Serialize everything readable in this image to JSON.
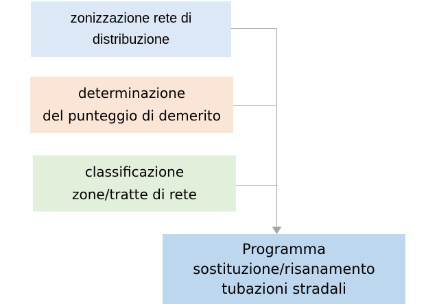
{
  "diagram": {
    "title": "flow of network renewal planning",
    "background_color": "#ffffff",
    "connector_color": "#a6a6a6",
    "text_color": "#000000",
    "steps": [
      {
        "id": "zonizzazione",
        "lines": [
          "zonizzazione rete di",
          "distribuzione"
        ],
        "fill": "#dce8f5"
      },
      {
        "id": "determinazione",
        "lines": [
          "determinazione",
          "del punteggio di demerito"
        ],
        "fill": "#fbe5d6"
      },
      {
        "id": "classificazione",
        "lines": [
          "classificazione",
          "zone/tratte di rete"
        ],
        "fill": "#e2efda"
      },
      {
        "id": "programma",
        "lines": [
          "Programma",
          "sostituzione/risanamento",
          "tubazioni stradali"
        ],
        "fill": "#bdd7ee"
      }
    ]
  }
}
